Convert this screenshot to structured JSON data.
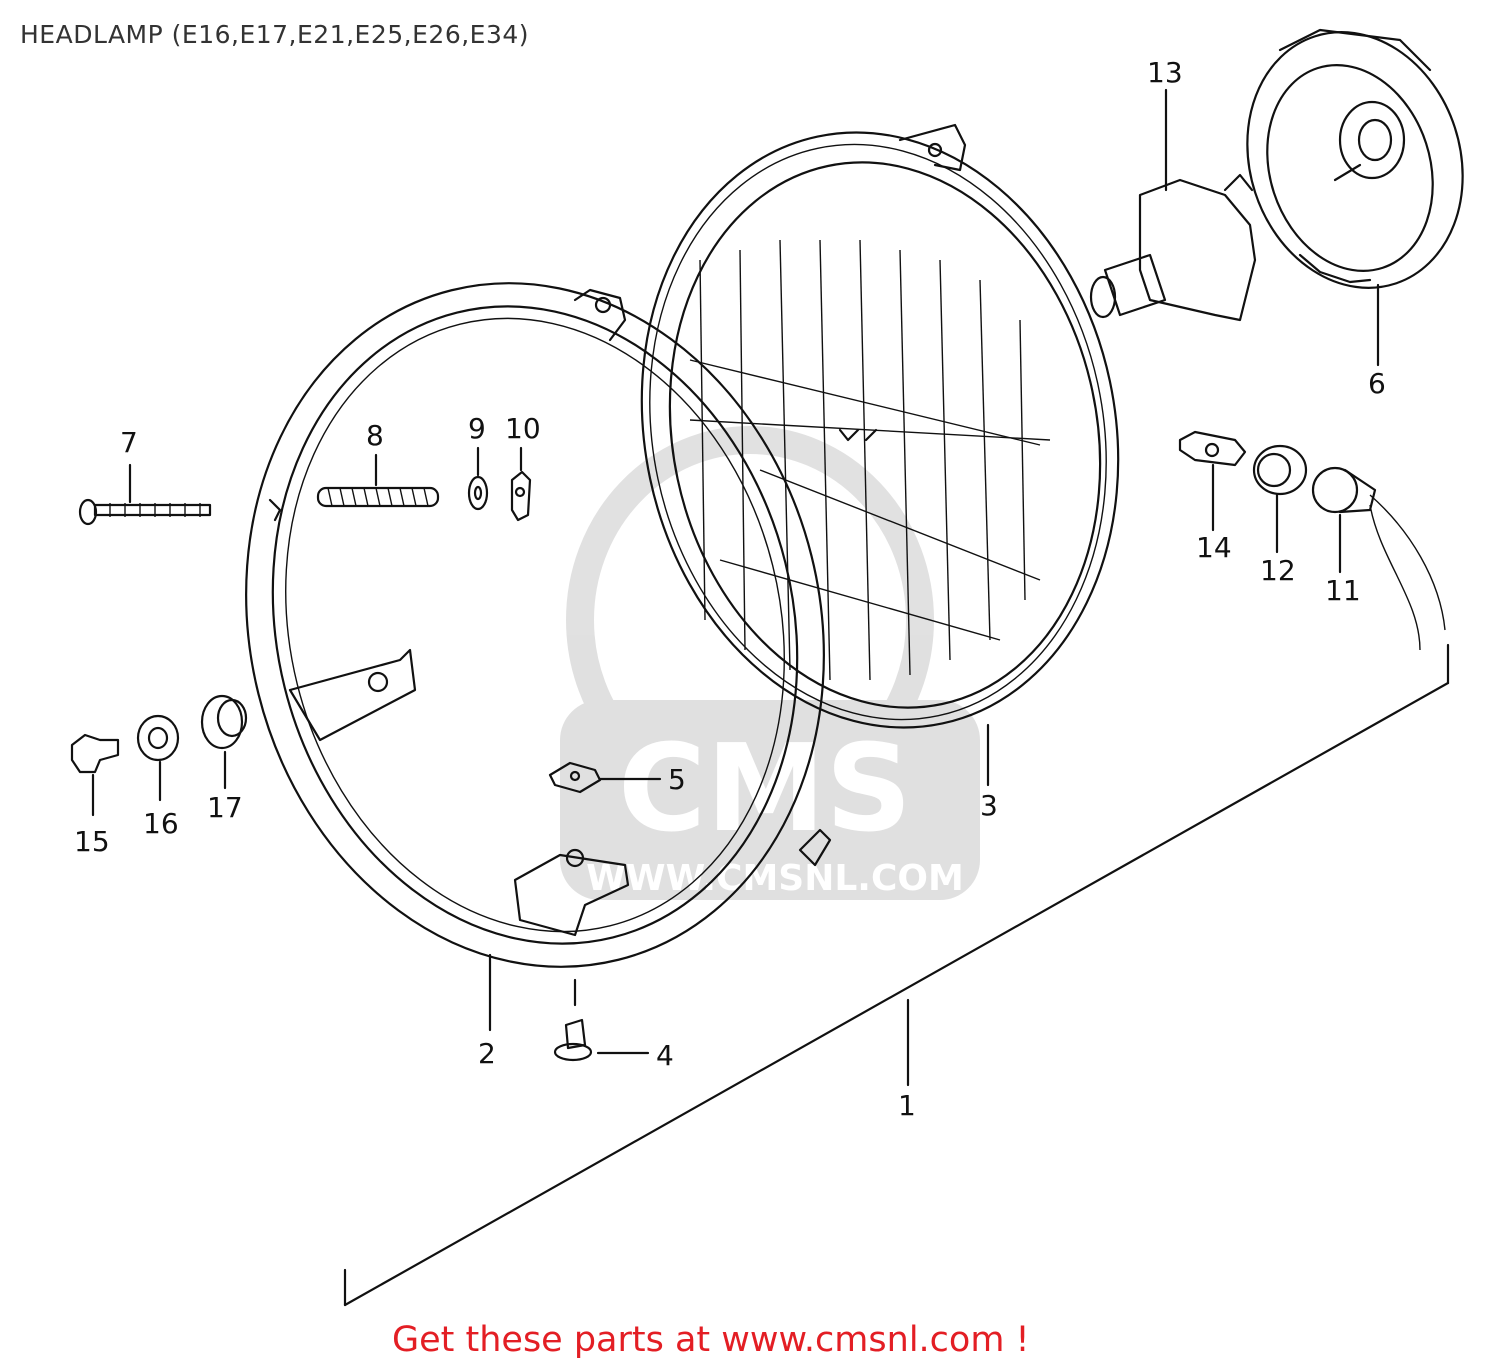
{
  "diagram": {
    "title": "HEADLAMP (E16,E17,E21,E25,E26,E34)",
    "parts": [
      {
        "id": "1",
        "label": "1"
      },
      {
        "id": "2",
        "label": "2"
      },
      {
        "id": "3",
        "label": "3"
      },
      {
        "id": "4",
        "label": "4"
      },
      {
        "id": "5",
        "label": "5"
      },
      {
        "id": "6",
        "label": "6"
      },
      {
        "id": "7",
        "label": "7"
      },
      {
        "id": "8",
        "label": "8"
      },
      {
        "id": "9",
        "label": "9"
      },
      {
        "id": "10",
        "label": "10"
      },
      {
        "id": "11",
        "label": "11"
      },
      {
        "id": "12",
        "label": "12"
      },
      {
        "id": "13",
        "label": "13"
      },
      {
        "id": "14",
        "label": "14"
      },
      {
        "id": "15",
        "label": "15"
      },
      {
        "id": "16",
        "label": "16"
      },
      {
        "id": "17",
        "label": "17"
      }
    ],
    "watermark": {
      "brand": "CMS",
      "url": "WWW.CMSNL.COM",
      "color": "#d9d9d9"
    }
  },
  "footer": {
    "text": "Get these parts at www.cmsnl.com !",
    "color": "#e31e24"
  }
}
